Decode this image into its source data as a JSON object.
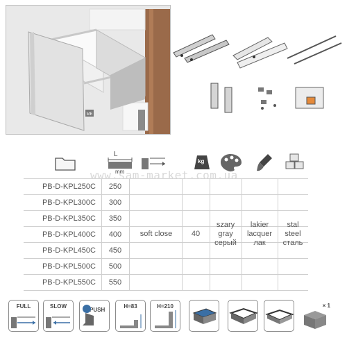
{
  "headers": {
    "length_letter": "L",
    "length_unit": "mm",
    "load_unit": "kg"
  },
  "rows": [
    {
      "code": "PB-D-KPL250C",
      "length": "250"
    },
    {
      "code": "PB-D-KPL300C",
      "length": "300"
    },
    {
      "code": "PB-D-KPL350C",
      "length": "350"
    },
    {
      "code": "PB-D-KPL400C",
      "length": "400"
    },
    {
      "code": "PB-D-KPL450C",
      "length": "450"
    },
    {
      "code": "PB-D-KPL500C",
      "length": "500"
    },
    {
      "code": "PB-D-KPL550C",
      "length": "550"
    }
  ],
  "closing": "soft close",
  "load": "40",
  "color": {
    "line1": "szary",
    "line2": "gray",
    "line3": "серый"
  },
  "material": {
    "line1": "lakier",
    "line2": "lacquer",
    "line3": "лак"
  },
  "steel": {
    "line1": "stal",
    "line2": "steel",
    "line3": "сталь"
  },
  "watermark": "www.sam-market.com.ua",
  "features": {
    "full": "FULL",
    "slow": "SLOW",
    "push": "PUSH",
    "h83": "H=83",
    "h210": "H=210",
    "qty": "× 1"
  },
  "photo_badge": "ME",
  "colors": {
    "accent": "#3a6fa5",
    "grid": "#cfcfcf",
    "text": "#555555"
  }
}
